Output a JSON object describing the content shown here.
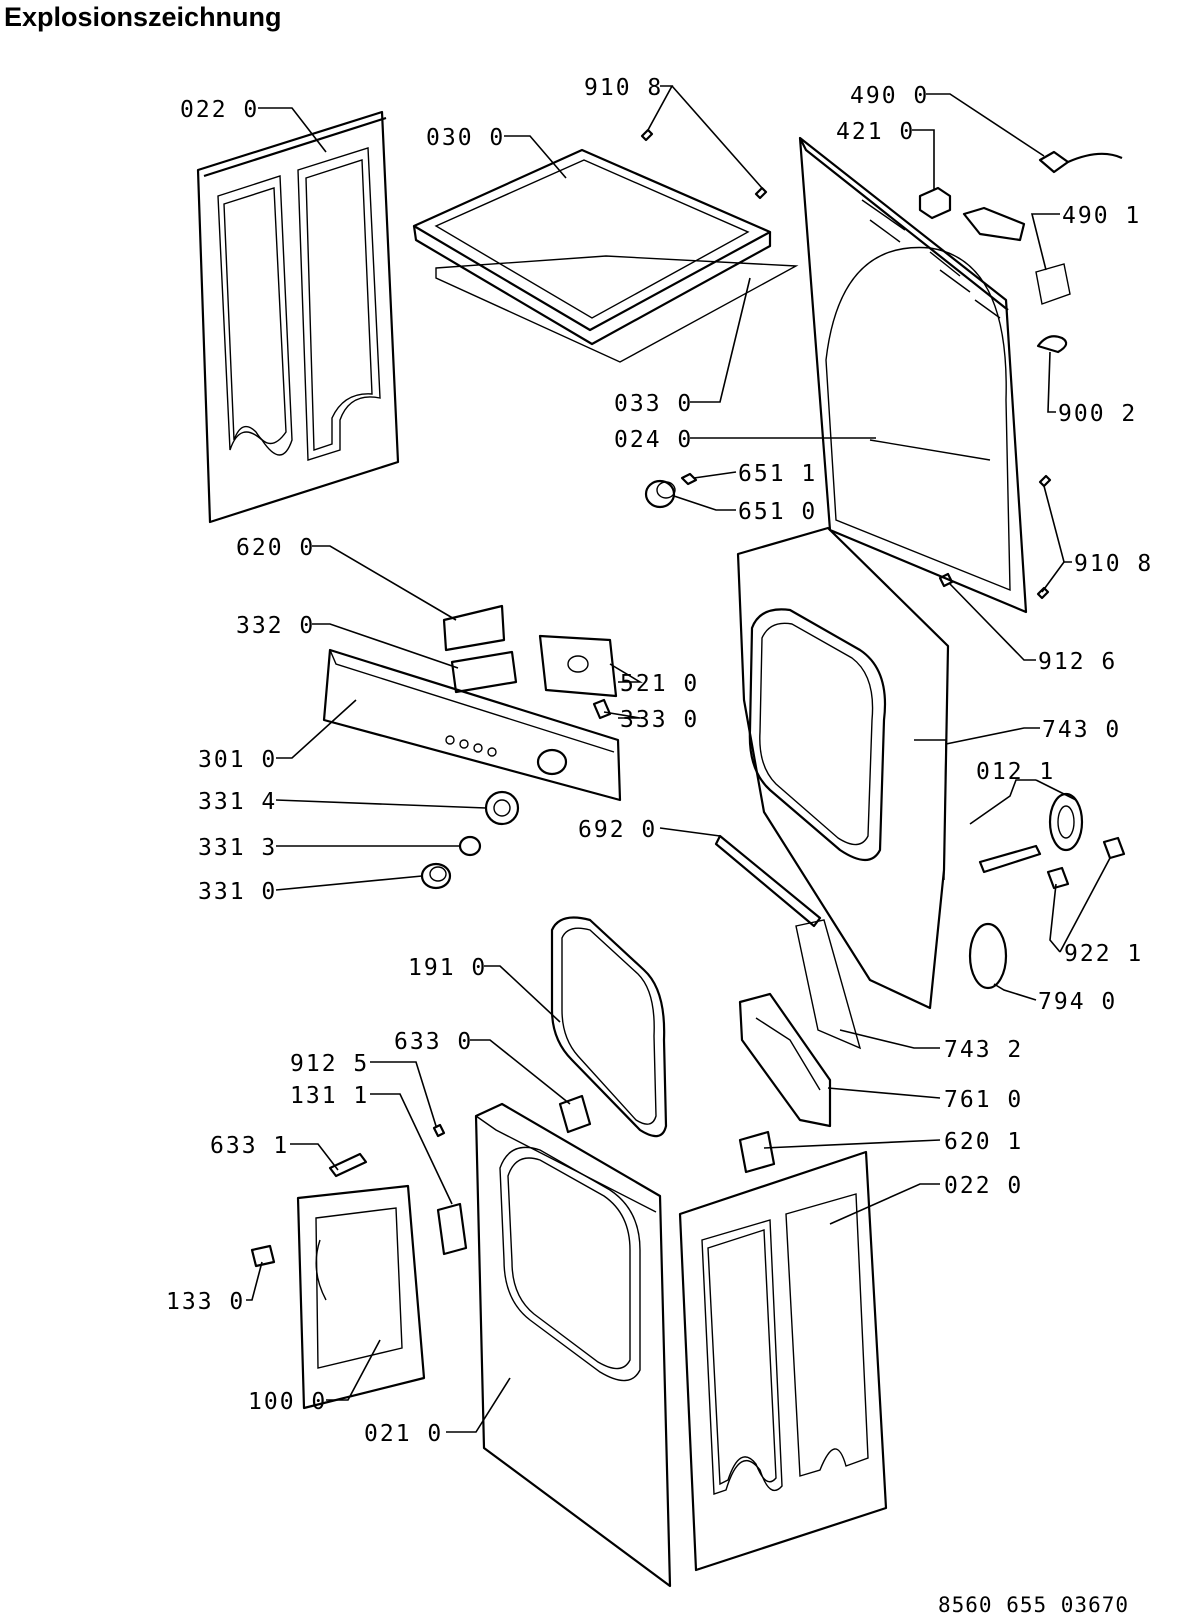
{
  "title": "Explosionszeichnung",
  "document_number": "8560 655 03670",
  "callouts": [
    {
      "id": "c1",
      "label": "022 0"
    },
    {
      "id": "c2",
      "label": "030 0"
    },
    {
      "id": "c3",
      "label": "910 8"
    },
    {
      "id": "c4",
      "label": "490 0"
    },
    {
      "id": "c5",
      "label": "421 0"
    },
    {
      "id": "c6",
      "label": "490 1"
    },
    {
      "id": "c7",
      "label": "900 2"
    },
    {
      "id": "c8",
      "label": "033 0"
    },
    {
      "id": "c9",
      "label": "024 0"
    },
    {
      "id": "c10",
      "label": "651 1"
    },
    {
      "id": "c11",
      "label": "651 0"
    },
    {
      "id": "c12",
      "label": "910 8"
    },
    {
      "id": "c13",
      "label": "620 0"
    },
    {
      "id": "c14",
      "label": "912 6"
    },
    {
      "id": "c15",
      "label": "332 0"
    },
    {
      "id": "c16",
      "label": "521 0"
    },
    {
      "id": "c17",
      "label": "333 0"
    },
    {
      "id": "c18",
      "label": "743 0"
    },
    {
      "id": "c19",
      "label": "301 0"
    },
    {
      "id": "c20",
      "label": "012 1"
    },
    {
      "id": "c21",
      "label": "331 4"
    },
    {
      "id": "c22",
      "label": "692 0"
    },
    {
      "id": "c23",
      "label": "331 3"
    },
    {
      "id": "c24",
      "label": "331 0"
    },
    {
      "id": "c25",
      "label": "922 1"
    },
    {
      "id": "c26",
      "label": "191 0"
    },
    {
      "id": "c27",
      "label": "794 0"
    },
    {
      "id": "c28",
      "label": "633 0"
    },
    {
      "id": "c29",
      "label": "743 2"
    },
    {
      "id": "c30",
      "label": "912 5"
    },
    {
      "id": "c31",
      "label": "131 1"
    },
    {
      "id": "c32",
      "label": "761 0"
    },
    {
      "id": "c33",
      "label": "633 1"
    },
    {
      "id": "c34",
      "label": "620 1"
    },
    {
      "id": "c35",
      "label": "022 0"
    },
    {
      "id": "c36",
      "label": "133 0"
    },
    {
      "id": "c37",
      "label": "100 0"
    },
    {
      "id": "c38",
      "label": "021 0"
    }
  ]
}
